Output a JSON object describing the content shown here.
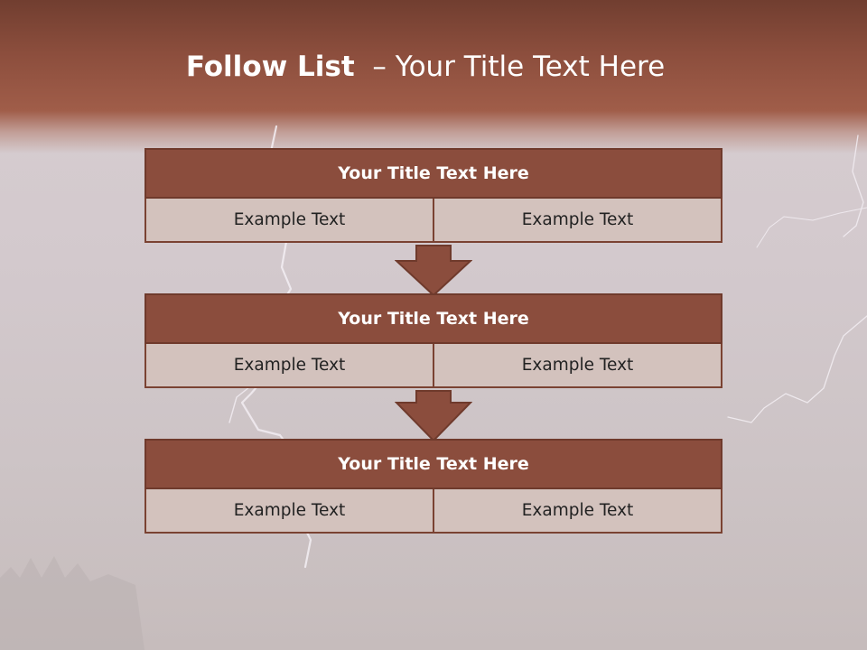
{
  "slide": {
    "title_bold": "Follow List",
    "title_rest": "  – Your Title Text Here"
  },
  "steps": [
    {
      "title": "Your Title Text Here",
      "left": "Example Text",
      "right": "Example Text"
    },
    {
      "title": "Your Title Text Here",
      "left": "Example Text",
      "right": "Example Text"
    },
    {
      "title": "Your Title Text Here",
      "left": "Example Text",
      "right": "Example Text"
    }
  ],
  "colors": {
    "header": "#8c4e3d",
    "box_title": "#8b4d3d",
    "box_cell": "#d3c2bd",
    "border": "#6f3a2c"
  },
  "icons": [
    "down-arrow-icon"
  ]
}
